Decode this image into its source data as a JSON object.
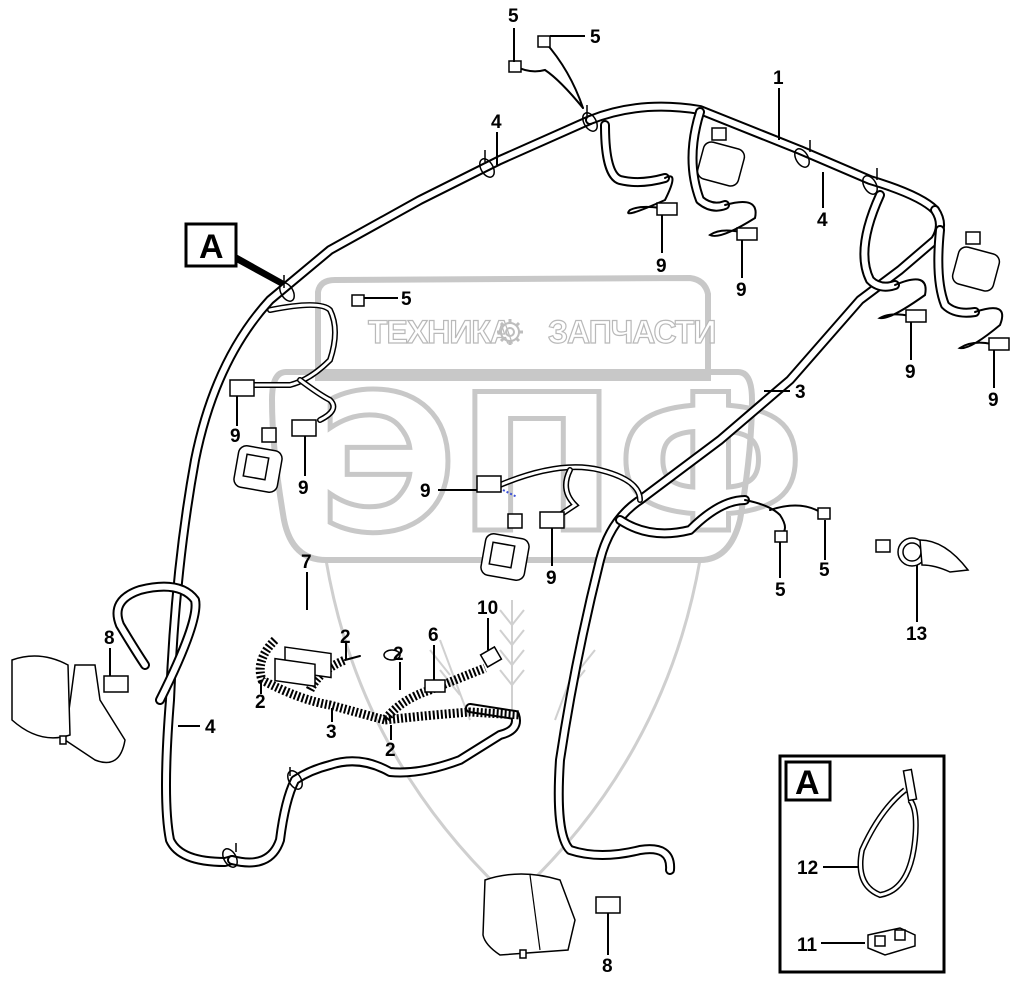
{
  "diagram": {
    "type": "parts-exploded-view",
    "subject": "cab wiring harness with work lights",
    "detail_marker": "A",
    "detail_inset_label": "A",
    "colors": {
      "line": "#000000",
      "watermark": "#c8c8c8",
      "guide_dash": "#3b4fd6",
      "background": "#ffffff"
    }
  },
  "watermark": {
    "top_left_text": "ТЕХНИКА",
    "top_right_text": "ЗАПЧАСТИ",
    "logo_text": "ЭПФ",
    "icon": "gear-icon"
  },
  "callouts": [
    {
      "id": "c1",
      "label": "1",
      "part": "main roof harness"
    },
    {
      "id": "c2a",
      "label": "2",
      "part": "harness branch"
    },
    {
      "id": "c2b",
      "label": "2",
      "part": "harness branch"
    },
    {
      "id": "c2c",
      "label": "2",
      "part": "harness branch"
    },
    {
      "id": "c2d",
      "label": "2",
      "part": "harness branch"
    },
    {
      "id": "c3a",
      "label": "3",
      "part": "harness"
    },
    {
      "id": "c3b",
      "label": "3",
      "part": "harness"
    },
    {
      "id": "c4a",
      "label": "4",
      "part": "harness"
    },
    {
      "id": "c4b",
      "label": "4",
      "part": "harness"
    },
    {
      "id": "c4c",
      "label": "4",
      "part": "harness"
    },
    {
      "id": "c5a",
      "label": "5",
      "part": "connector"
    },
    {
      "id": "c5b",
      "label": "5",
      "part": "connector"
    },
    {
      "id": "c5c",
      "label": "5",
      "part": "connector"
    },
    {
      "id": "c5d",
      "label": "5",
      "part": "connector"
    },
    {
      "id": "c5e",
      "label": "5",
      "part": "connector"
    },
    {
      "id": "c6",
      "label": "6",
      "part": "connector"
    },
    {
      "id": "c7",
      "label": "7",
      "part": "multi-pin connector"
    },
    {
      "id": "c8a",
      "label": "8",
      "part": "work light connector"
    },
    {
      "id": "c8b",
      "label": "8",
      "part": "work light connector"
    },
    {
      "id": "c9a",
      "label": "9",
      "part": "lamp connector"
    },
    {
      "id": "c9b",
      "label": "9",
      "part": "lamp connector"
    },
    {
      "id": "c9c",
      "label": "9",
      "part": "lamp connector"
    },
    {
      "id": "c9d",
      "label": "9",
      "part": "lamp connector"
    },
    {
      "id": "c9e",
      "label": "9",
      "part": "lamp connector"
    },
    {
      "id": "c9f",
      "label": "9",
      "part": "lamp connector"
    },
    {
      "id": "c9g",
      "label": "9",
      "part": "lamp connector"
    },
    {
      "id": "c9h",
      "label": "9",
      "part": "lamp connector"
    },
    {
      "id": "c10",
      "label": "10",
      "part": "connector"
    },
    {
      "id": "c11",
      "label": "11",
      "part": "cable tie base"
    },
    {
      "id": "c12",
      "label": "12",
      "part": "cable tie"
    },
    {
      "id": "c13",
      "label": "13",
      "part": "power socket"
    }
  ]
}
